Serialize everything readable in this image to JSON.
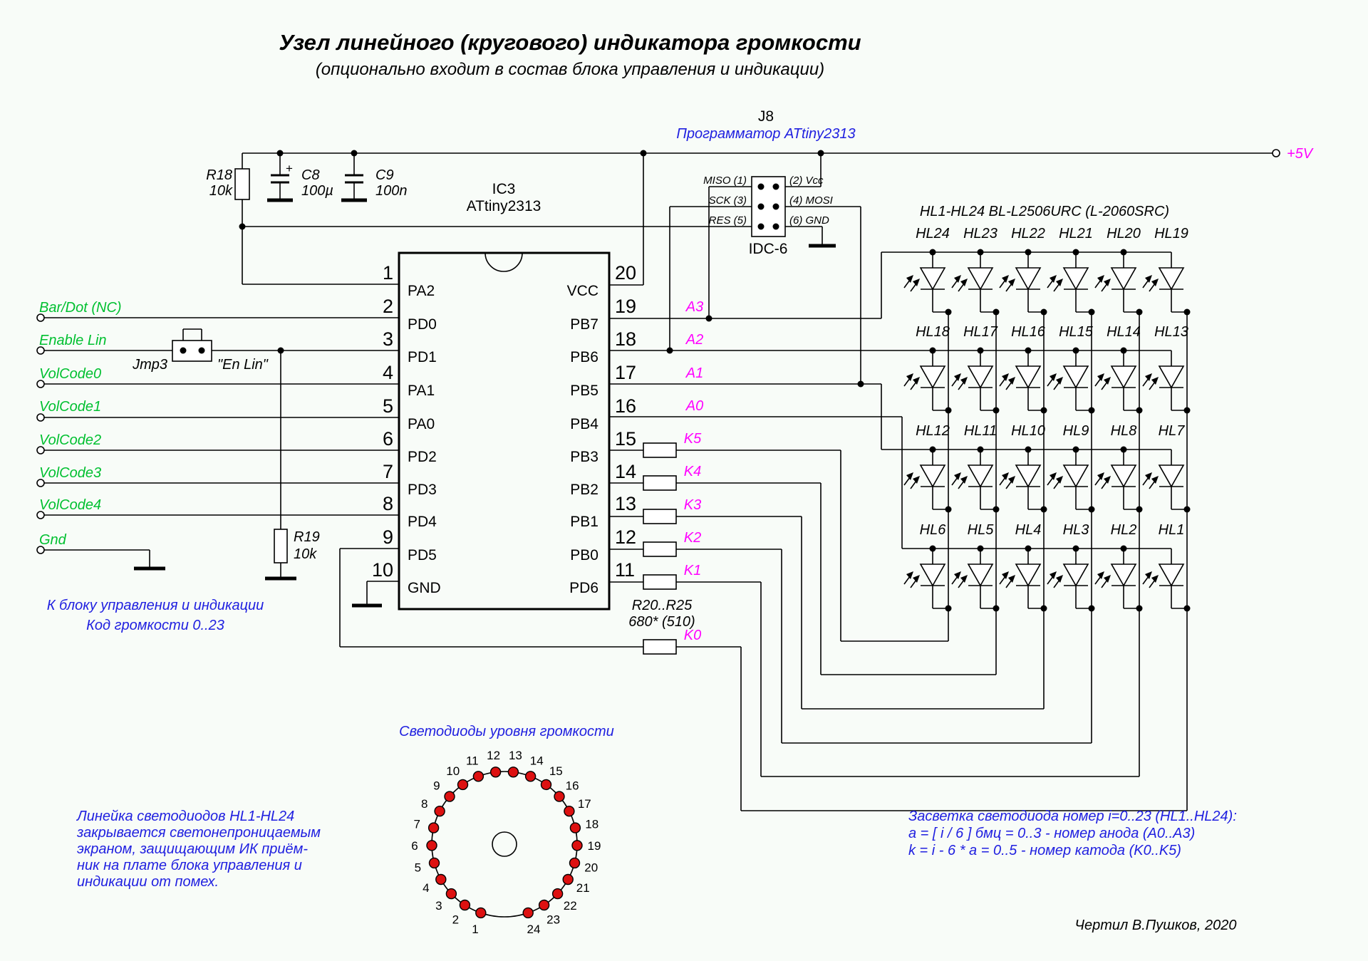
{
  "title": "Узел линейного (кругового) индикатора громкости",
  "subtitle": "(опционально входит в состав блока управления и индикации)",
  "power": {
    "plus5v": "+5V"
  },
  "programmer": {
    "ref": "J8",
    "label": "Программатор ATtiny2313",
    "connector": "IDC-6",
    "left_pins": [
      "MISO (1)",
      "SCK (3)",
      "RES (5)"
    ],
    "right_pins": [
      "(2) Vcc",
      "(4) MOSI",
      "(6) GND"
    ]
  },
  "components": {
    "r18": {
      "ref": "R18",
      "value": "10k"
    },
    "c8": {
      "ref": "C8",
      "value": "100µ",
      "plus": "+"
    },
    "c9": {
      "ref": "C9",
      "value": "100n"
    },
    "r19": {
      "ref": "R19",
      "value": "10k"
    },
    "rk": {
      "ref": "R20..R25",
      "value": "680* (510)"
    }
  },
  "ic": {
    "ref": "IC3",
    "part": "ATtiny2313",
    "left_pins": [
      {
        "num": "1",
        "name": "PA2"
      },
      {
        "num": "2",
        "name": "PD0"
      },
      {
        "num": "3",
        "name": "PD1"
      },
      {
        "num": "4",
        "name": "PA1"
      },
      {
        "num": "5",
        "name": "PA0"
      },
      {
        "num": "6",
        "name": "PD2"
      },
      {
        "num": "7",
        "name": "PD3"
      },
      {
        "num": "8",
        "name": "PD4"
      },
      {
        "num": "9",
        "name": "PD5"
      },
      {
        "num": "10",
        "name": "GND"
      }
    ],
    "right_pins": [
      {
        "num": "20",
        "name": "VCC",
        "signal": ""
      },
      {
        "num": "19",
        "name": "PB7",
        "signal": "A3"
      },
      {
        "num": "18",
        "name": "PB6",
        "signal": "A2"
      },
      {
        "num": "17",
        "name": "PB5",
        "signal": "A1"
      },
      {
        "num": "16",
        "name": "PB4",
        "signal": "A0"
      },
      {
        "num": "15",
        "name": "PB3",
        "signal": "K5"
      },
      {
        "num": "14",
        "name": "PB2",
        "signal": "K4"
      },
      {
        "num": "13",
        "name": "PB1",
        "signal": "K3"
      },
      {
        "num": "12",
        "name": "PB0",
        "signal": "K2"
      },
      {
        "num": "11",
        "name": "PD6",
        "signal": "K1"
      }
    ],
    "k0_signal": "K0"
  },
  "inputs": {
    "labels": [
      "Bar/Dot (NC)",
      "Enable Lin",
      "VolCode0",
      "VolCode1",
      "VolCode2",
      "VolCode3",
      "VolCode4",
      "Gnd"
    ]
  },
  "jumper": {
    "ref": "Jmp3",
    "label": "\"En Lin\""
  },
  "matrix": {
    "header": "HL1-HL24  BL-L2506URC (L-2060SRC)",
    "rows": [
      [
        "HL24",
        "HL23",
        "HL22",
        "HL21",
        "HL20",
        "HL19"
      ],
      [
        "HL18",
        "HL17",
        "HL16",
        "HL15",
        "HL14",
        "HL13"
      ],
      [
        "HL12",
        "HL11",
        "HL10",
        "HL9",
        "HL8",
        "HL7"
      ],
      [
        "HL6",
        "HL5",
        "HL4",
        "HL3",
        "HL2",
        "HL1"
      ]
    ]
  },
  "circle": {
    "title": "Светодиоды уровня громкости",
    "count": 24
  },
  "notes": {
    "to_control": [
      "К блоку управления и индикации",
      "Код громкости 0..23"
    ],
    "screen": [
      "Линейка светодиодов HL1-HL24",
      "закрывается светонепроницаемым",
      "экраном, защищающим ИК приём-",
      "ник на плате блока управления и",
      "индикации от помех."
    ],
    "lighting": [
      "Засветка светодиода номер i=0..23 (HL1..HL24):",
      "a = [ i / 6 ] бмц = 0..3 - номер анода (A0..A3)",
      "k = i - 6 * a  = 0..5 - номер катода (K0..K5)"
    ],
    "signature": "Чертил В.Пушков, 2020"
  }
}
